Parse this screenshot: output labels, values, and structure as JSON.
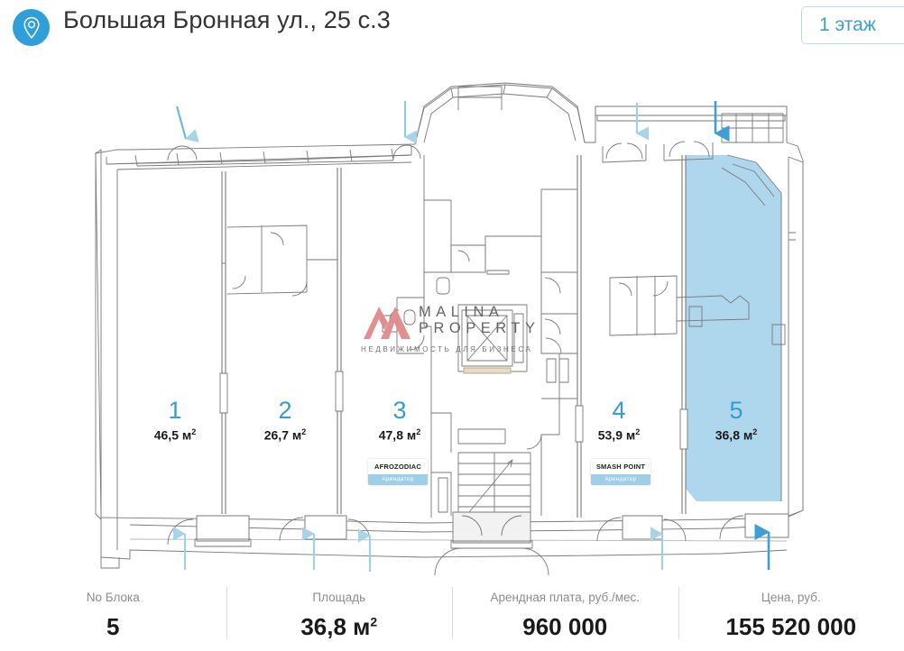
{
  "header": {
    "pin_icon": "map-pin-icon",
    "address": "Большая Бронная ул., 25 с.3",
    "floor_badge": "1 этаж"
  },
  "plan": {
    "selected_unit": "5",
    "highlight_color": "#aed6ec",
    "unit_number_color": "#2e9fd0",
    "arrow_color": "#a8d4e8",
    "units": [
      {
        "number": "1",
        "area": "46,5 м",
        "sup": "2",
        "tenant": null
      },
      {
        "number": "2",
        "area": "26,7 м",
        "sup": "2",
        "tenant": null
      },
      {
        "number": "3",
        "area": "47,8 м",
        "sup": "2",
        "tenant": {
          "name": "AFROZODIAC",
          "role": "Арендатор"
        }
      },
      {
        "number": "4",
        "area": "53,9 м",
        "sup": "2",
        "tenant": {
          "name": "SMASH POINT",
          "role": "Арендатор"
        }
      },
      {
        "number": "5",
        "area": "36,8 м",
        "sup": "2",
        "tenant": null
      }
    ]
  },
  "watermark": {
    "line1": "MALINA",
    "line2": "PROPERTY",
    "subtitle": "НЕДВИЖИМОСТЬ ДЛЯ БИЗНЕСА",
    "mark_color": "#e08b8b"
  },
  "footer": {
    "columns": [
      {
        "label": "No Блока",
        "value": "5",
        "sup": ""
      },
      {
        "label": "Площадь",
        "value": "36,8 м",
        "sup": "2"
      },
      {
        "label": "Арендная плата, руб./мес.",
        "value": "960 000",
        "sup": ""
      },
      {
        "label": "Цена, руб.",
        "value": "155 520 000",
        "sup": ""
      }
    ]
  }
}
